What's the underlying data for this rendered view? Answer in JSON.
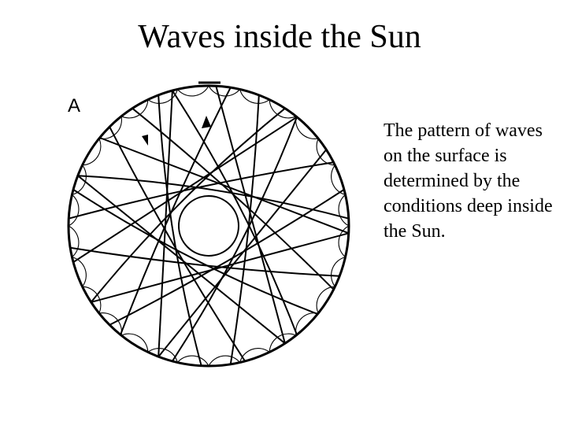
{
  "slide": {
    "title": "Waves inside the Sun",
    "body_text": "The pattern of waves on the surface is determined by the conditions deep inside the Sun.",
    "diagram": {
      "panel_label": "A"
    }
  }
}
